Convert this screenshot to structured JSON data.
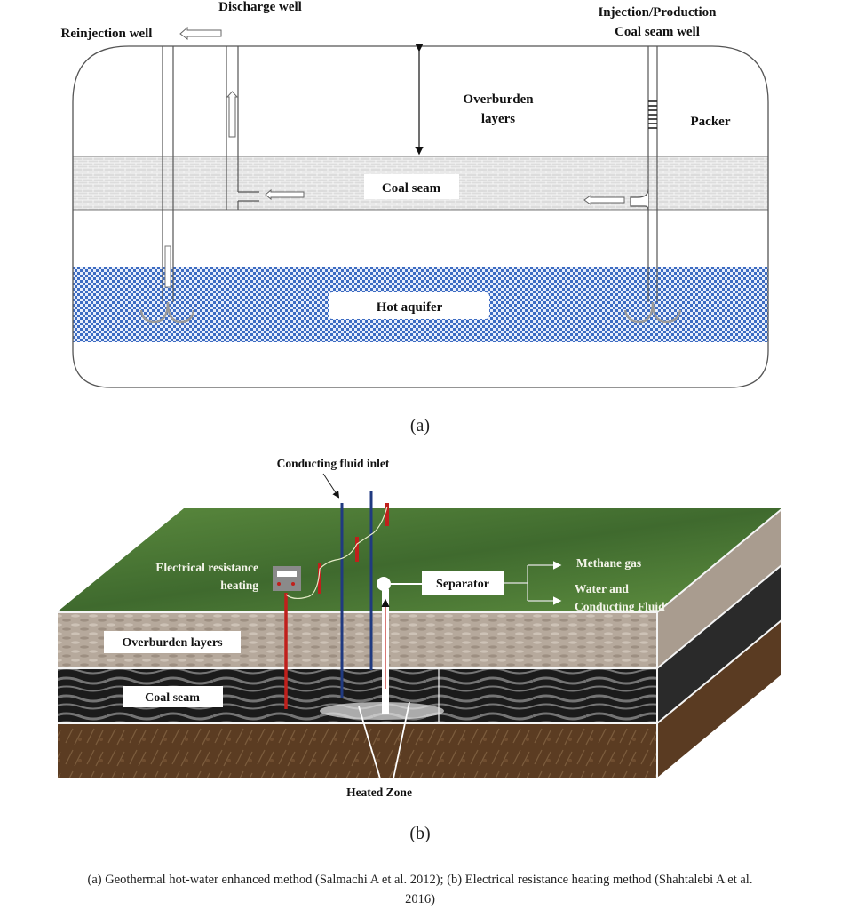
{
  "figure_a": {
    "labels": {
      "discharge_well": "Discharge well",
      "reinjection_well": "Reinjection well",
      "injection_production_line1": "Injection/Production",
      "injection_production_line2": "Coal seam well",
      "overburden_line1": "Overburden",
      "overburden_line2": "layers",
      "packer": "Packer",
      "coal_seam": "Coal seam",
      "hot_aquifer": "Hot aquifer"
    },
    "panel_label": "(a)",
    "colors": {
      "coal_seam_fill": "#d4d4d4",
      "aquifer_fill": "#3f6fc4",
      "outline": "#555555"
    }
  },
  "figure_b": {
    "labels": {
      "conducting_fluid_inlet": "Conducting fluid inlet",
      "electrical_heating_line1": "Electrical resistance",
      "electrical_heating_line2": "heating",
      "separator": "Separator",
      "methane_gas": "Methane gas",
      "water_line1": "Water and",
      "water_line2": "Conducting Fluid",
      "overburden_layers": "Overburden layers",
      "coal_seam": "Coal seam",
      "heated_zone": "Heated Zone"
    },
    "panel_label": "(b)",
    "colors": {
      "grass": "#4f7d35",
      "overburden": "#b9aca0",
      "coal": "#2a2a2a",
      "soil": "#5a3b22",
      "blue_pipe": "#203a80",
      "red_pipe": "#c0201c"
    }
  },
  "caption": {
    "line1": "(a) Geothermal hot-water enhanced method (Salmachi A et al. 2012); (b) Electrical resistance heating method (Shahtalebi A et al.",
    "line2": "2016)"
  }
}
